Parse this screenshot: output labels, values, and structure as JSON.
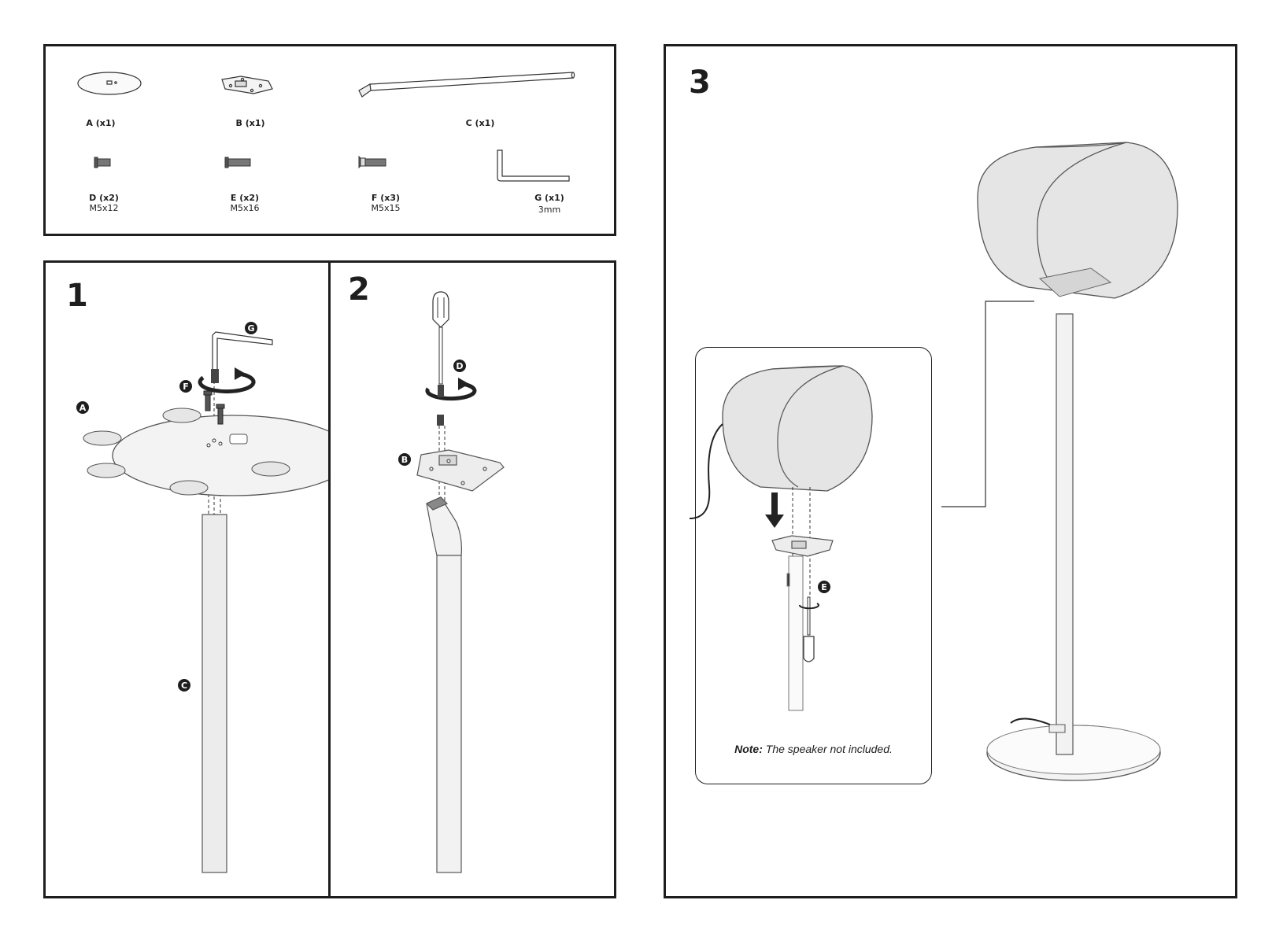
{
  "parts": [
    {
      "label": "A (x1)",
      "spec": ""
    },
    {
      "label": "B (x1)",
      "spec": ""
    },
    {
      "label": "C (x1)",
      "spec": ""
    },
    {
      "label": "D (x2)",
      "spec": "M5x12"
    },
    {
      "label": "E (x2)",
      "spec": "M5x16"
    },
    {
      "label": "F (x3)",
      "spec": "M5x15"
    },
    {
      "label": "G (x1)",
      "spec": "3mm"
    }
  ],
  "steps": [
    {
      "number": "1",
      "callouts": [
        "G",
        "F",
        "A",
        "C"
      ]
    },
    {
      "number": "2",
      "callouts": [
        "D",
        "B"
      ]
    },
    {
      "number": "3",
      "callouts": [
        "E"
      ]
    }
  ],
  "note": {
    "prefix": "Note:",
    "text": " The speaker not included."
  }
}
